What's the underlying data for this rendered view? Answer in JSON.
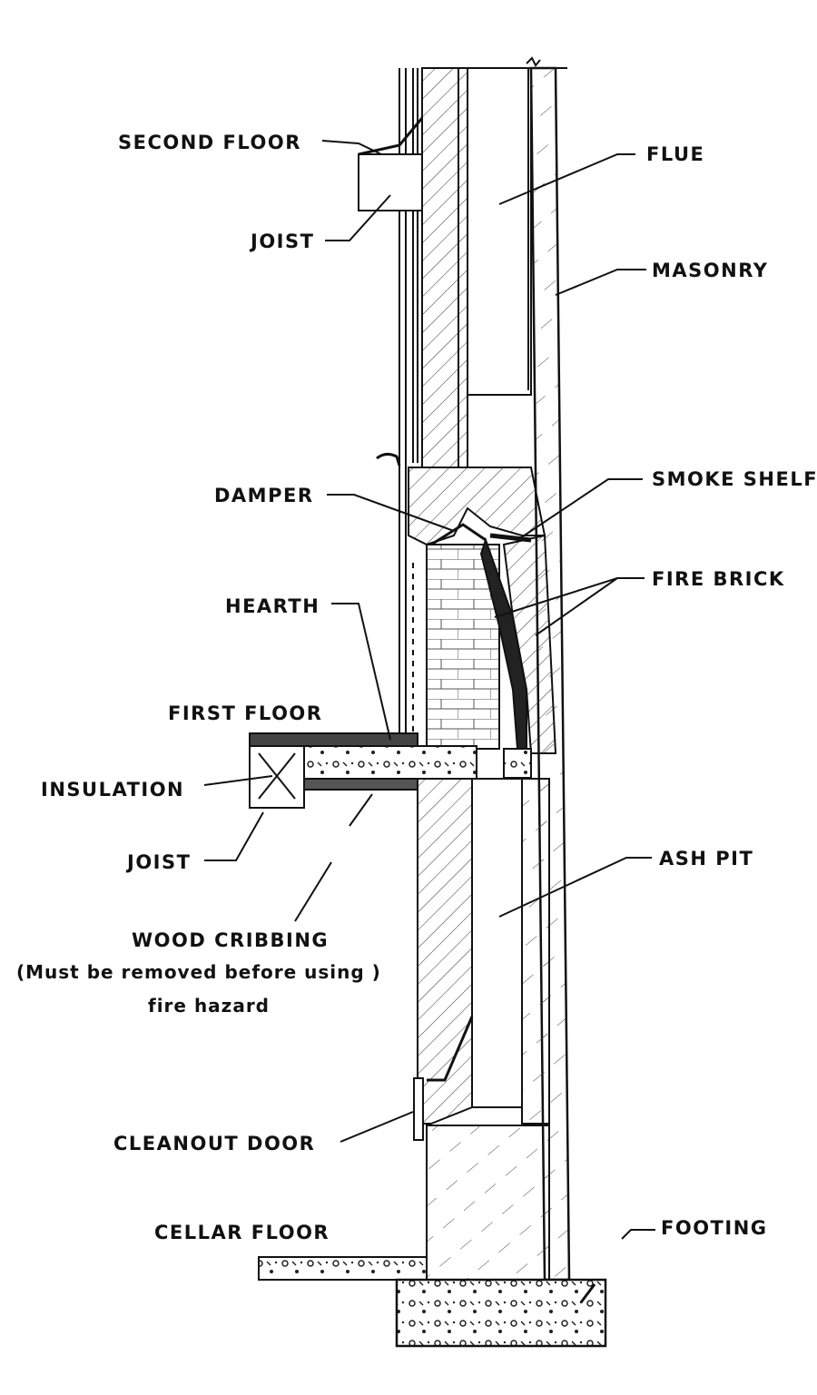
{
  "labels": {
    "second_floor": "SECOND FLOOR",
    "joist_upper": "JOIST",
    "flue": "FLUE",
    "masonry": "MASONRY",
    "damper": "DAMPER",
    "smoke_shelf": "SMOKE SHELF",
    "hearth": "HEARTH",
    "fire_brick": "FIRE BRICK",
    "first_floor": "FIRST FLOOR",
    "insulation": "INSULATION",
    "joist_lower": "JOIST",
    "ash_pit": "ASH PIT",
    "wood_cribbing": "WOOD  CRIBBING",
    "wood_cribbing_note1": "(Must be removed before using )",
    "wood_cribbing_note2": "fire hazard",
    "cleanout_door": "CLEANOUT DOOR",
    "cellar_floor": "CELLAR FLOOR",
    "footing": "FOOTING"
  }
}
